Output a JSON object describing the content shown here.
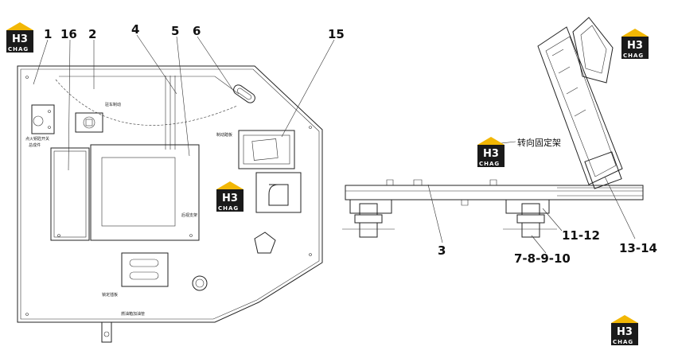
{
  "callouts": {
    "c1": "1",
    "c16": "16",
    "c2": "2",
    "c4": "4",
    "c5": "5",
    "c6": "6",
    "c15": "15",
    "c3": "3",
    "c11_12": "11-12",
    "c7_10": "7-8-9-10",
    "c13_14": "13-14"
  },
  "labels": {
    "parking_brake": "驻车制动",
    "brake_pedal_plate": "制动踏板",
    "steering_bracket": "转向固定架",
    "small_left_a": "点火钥匙开关",
    "small_left_b": "总成件",
    "panel_label": "后视支架",
    "bottom_plate": "锁定插板",
    "bottom_tube": "燃油箱加油管"
  },
  "logos": [
    {
      "h": "H3",
      "word": "CHAG"
    },
    {
      "h": "H3",
      "word": "CHAG"
    },
    {
      "h": "H3",
      "word": "CHAG"
    },
    {
      "h": "H3",
      "word": "CHAG"
    },
    {
      "h": "H3",
      "word": "CHAG"
    }
  ],
  "colors": {
    "logo_yellow": "#f2b705",
    "logo_dark": "#1a1a1a",
    "line": "#222222"
  }
}
